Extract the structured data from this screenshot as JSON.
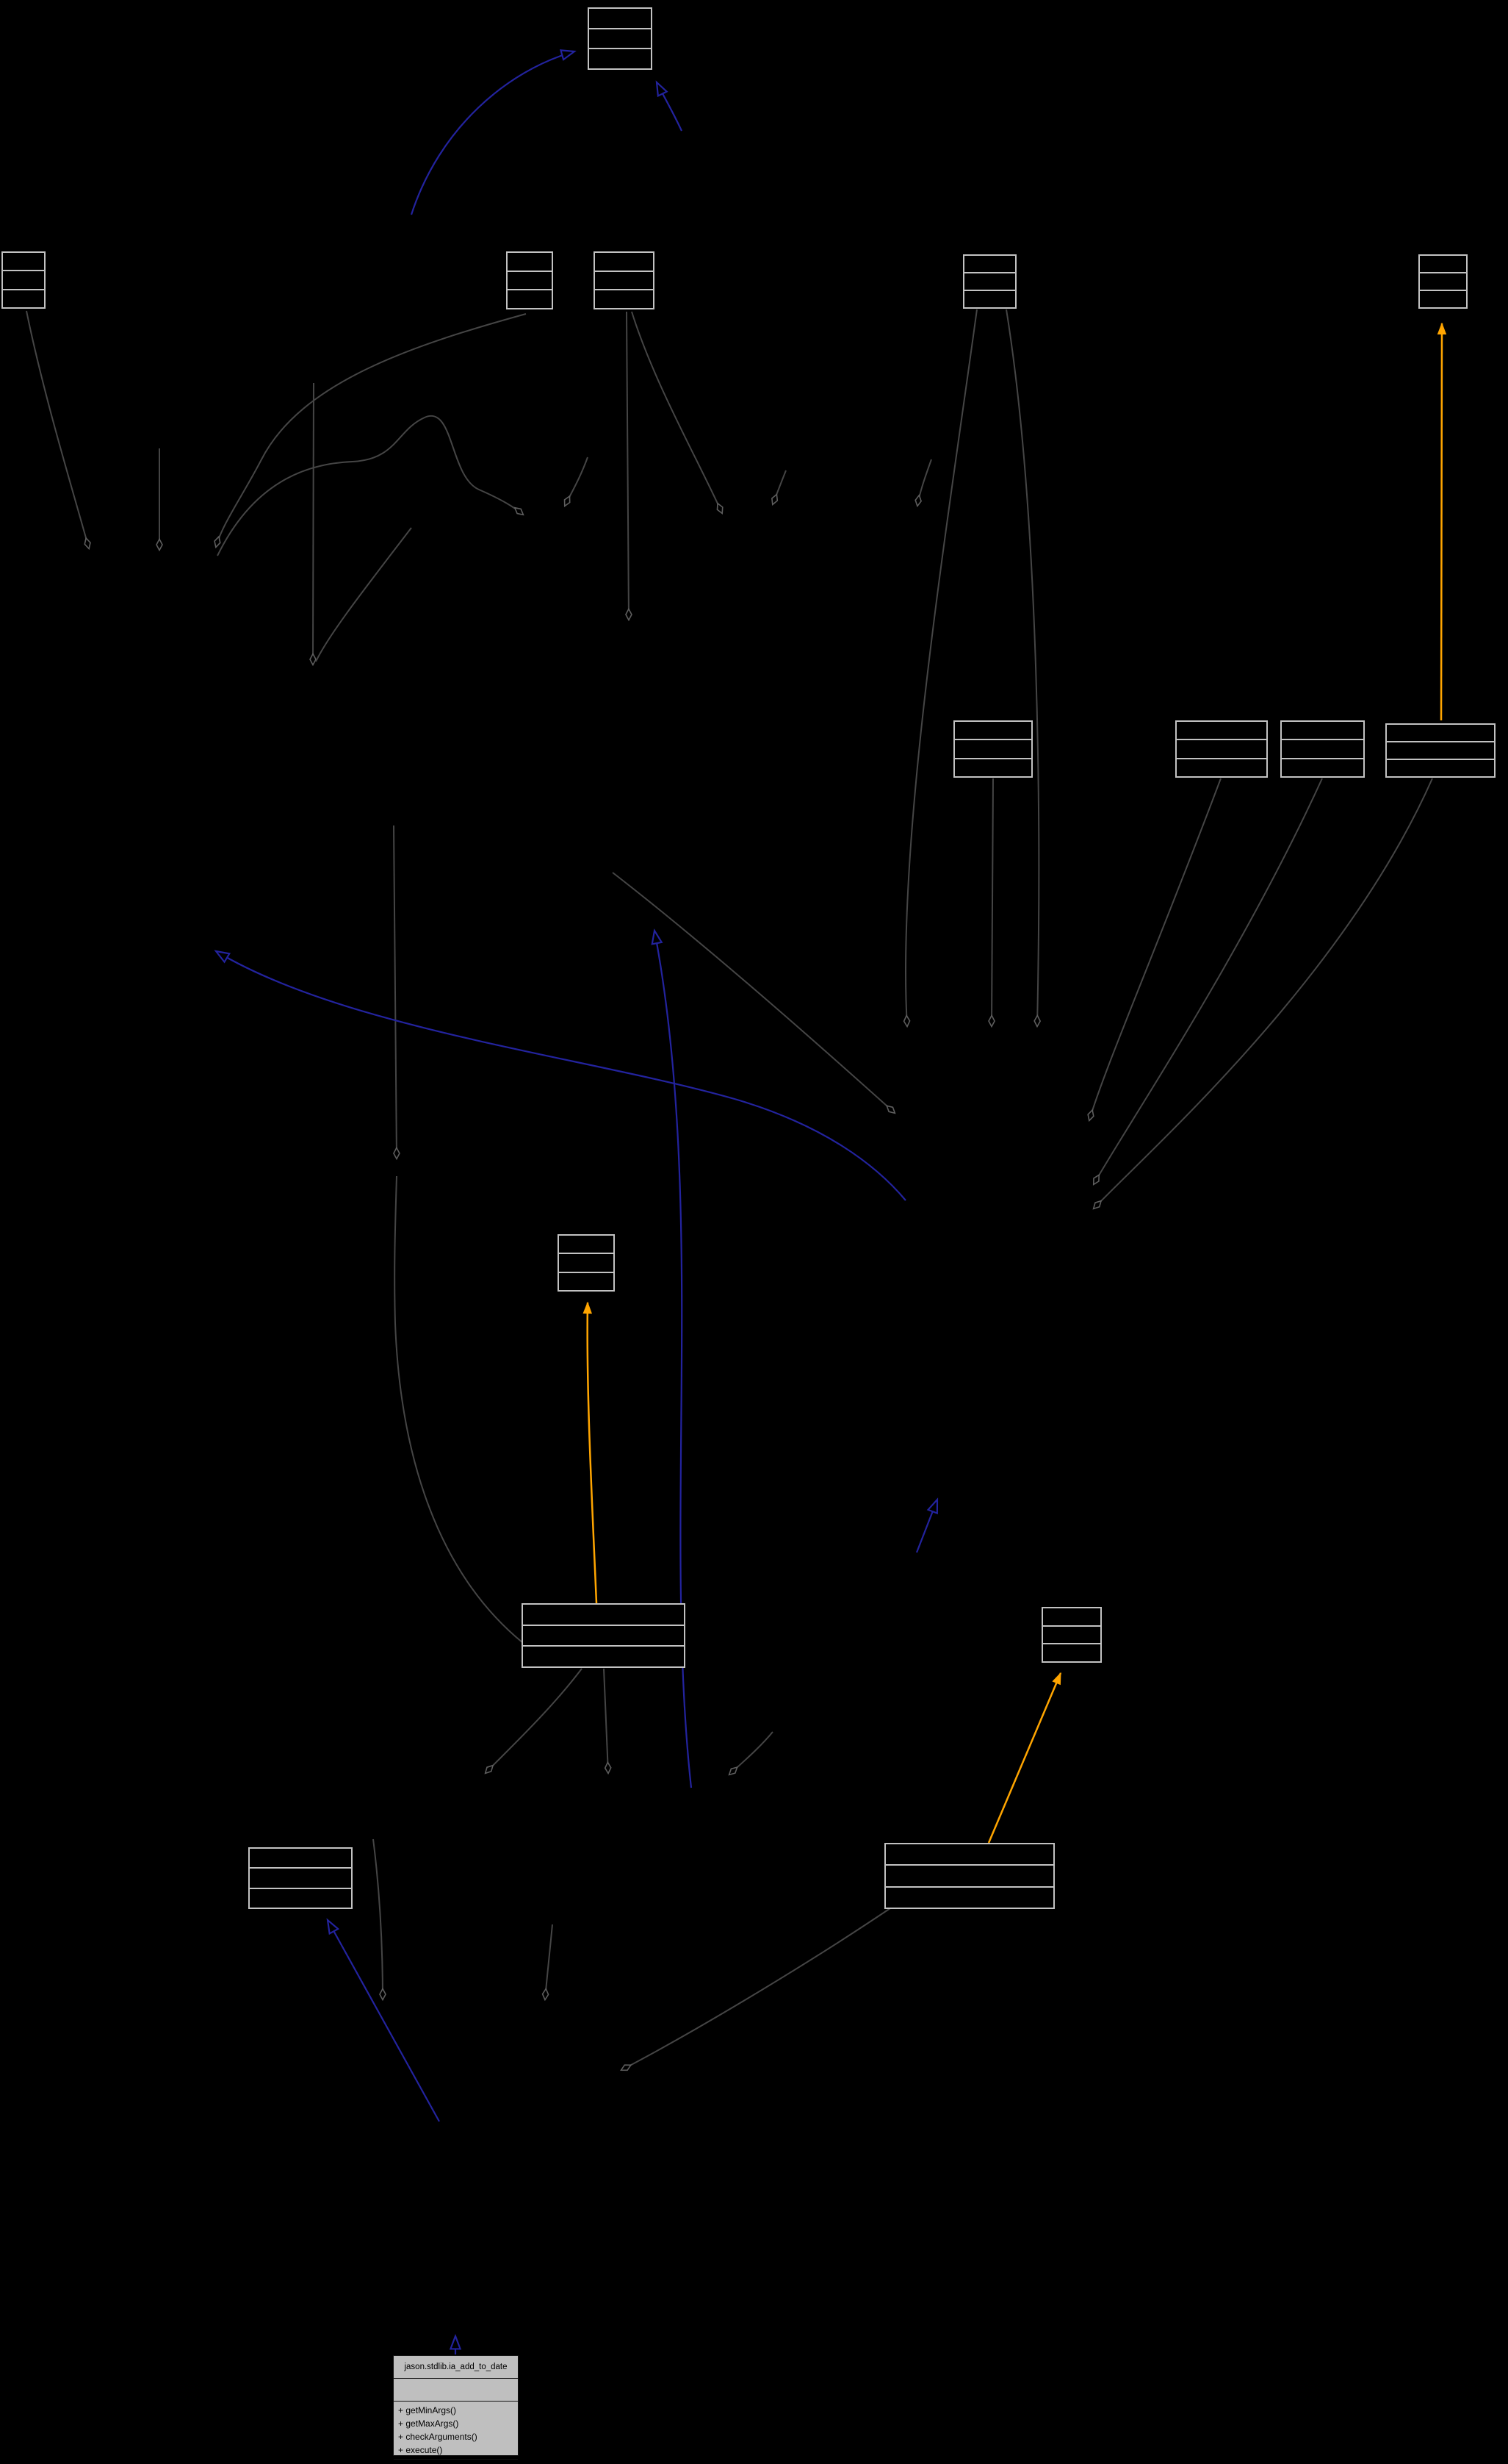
{
  "diagram": {
    "kind": "uml-collaboration-graph",
    "background_color": "#000000",
    "node_border_color": "#c2c2c2",
    "edge_colors": {
      "collaboration": "#454545",
      "inheritance": "#23239e",
      "template": "#ffa500"
    },
    "focus_node": {
      "title": "jason.stdlib.ia_add_to_date",
      "fill_color": "#bfbfbf",
      "methods": [
        "+ getMinArgs()",
        "+ getMaxArgs()",
        "+ checkArguments()",
        "+ execute()"
      ]
    }
  }
}
